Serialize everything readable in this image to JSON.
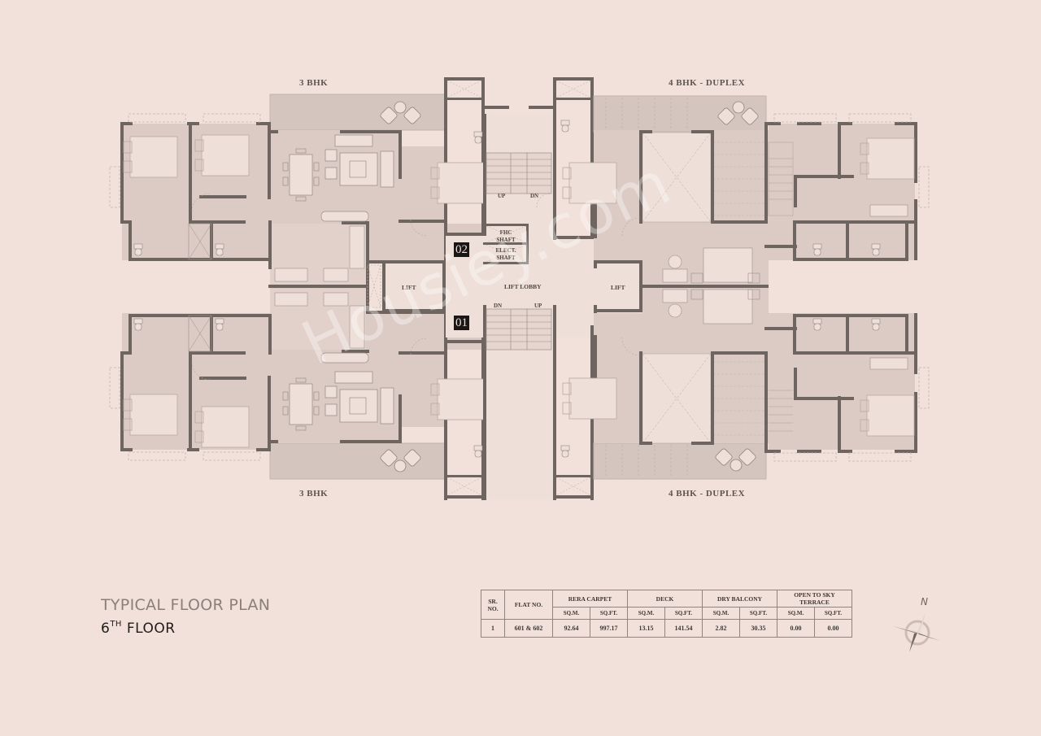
{
  "units": {
    "top_left": "3 BHK",
    "top_right": "4 BHK - DUPLEX",
    "bottom_left": "3 BHK",
    "bottom_right": "4 BHK - DUPLEX"
  },
  "flat_tags": {
    "upper": "02",
    "lower": "01"
  },
  "core": {
    "lift_left": "LIFT",
    "lift_right": "LIFT",
    "lift_lobby": "LIFT LOBBY",
    "fhc_shaft": "FHC SHAFT",
    "elect_shaft": "ELECT. SHAFT",
    "stair_top_up": "UP",
    "stair_top_dn": "DN",
    "stair_bottom_dn": "DN",
    "stair_bottom_up": "UP"
  },
  "title": {
    "main": "TYPICAL FLOOR PLAN",
    "floor_num": "6",
    "floor_sup": "TH",
    "floor_word": "FLOOR"
  },
  "area_table": {
    "headers": {
      "sr_no": "SR. NO.",
      "flat_no": "FLAT NO.",
      "rera_carpet": "RERA CARPET",
      "deck": "DECK",
      "dry_balcony": "DRY BALCONY",
      "open_terrace": "OPEN TO SKY TERRACE",
      "sqm": "SQ.M.",
      "sqft": "SQ.FT."
    },
    "rows": [
      {
        "sr_no": "1",
        "flat_no": "601 & 602",
        "rera_sqm": "92.64",
        "rera_sqft": "997.17",
        "deck_sqm": "13.15",
        "deck_sqft": "141.54",
        "dry_sqm": "2.82",
        "dry_sqft": "30.35",
        "terrace_sqm": "0.00",
        "terrace_sqft": "0.00"
      }
    ]
  },
  "compass": {
    "north_label": "N"
  },
  "watermark": "Housiey.com",
  "colors": {
    "background": "#f2e1db",
    "wall": "#6e6560",
    "room_fill": "#dccbc5",
    "light_fill": "#ecdad3",
    "deck_fill": "#d5c5bf"
  }
}
